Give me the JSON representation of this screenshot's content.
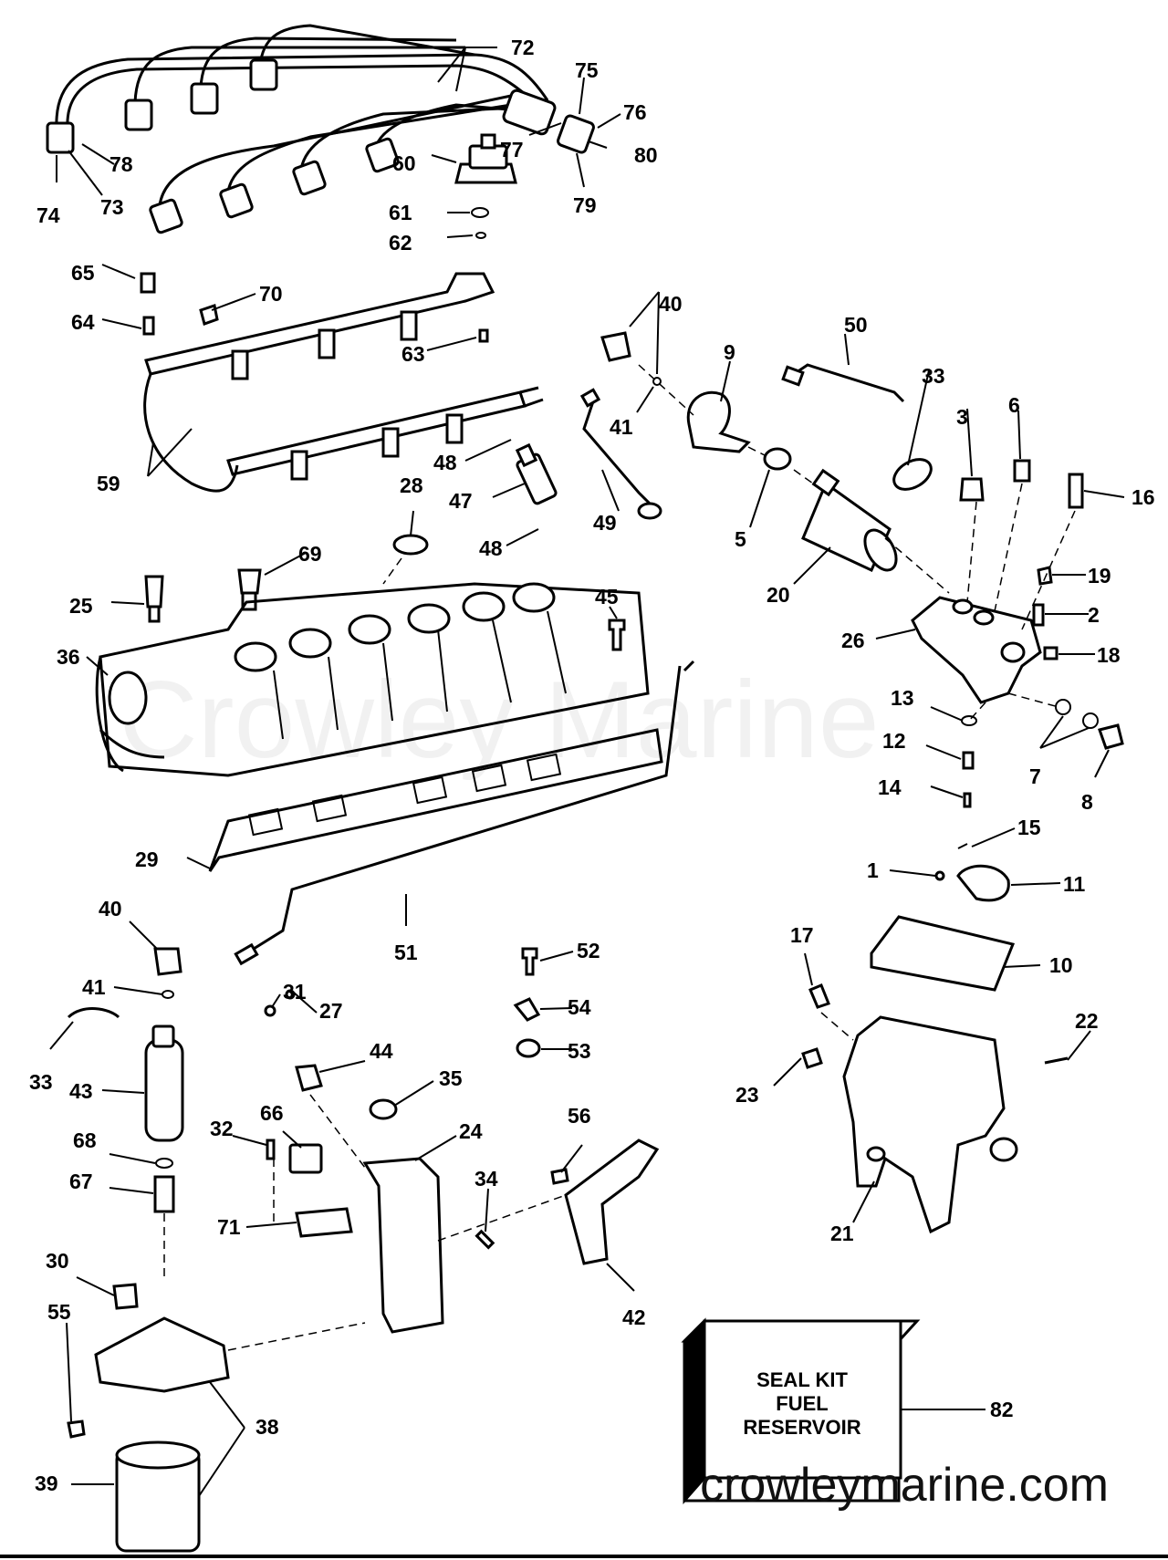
{
  "watermark": "Crowley Marine",
  "footer_url": "crowleymarine.com",
  "kit_box": {
    "line1": "SEAL KIT",
    "line2": "FUEL",
    "line3": "RESERVOIR"
  },
  "callouts": [
    {
      "num": "72"
    },
    {
      "num": "75"
    },
    {
      "num": "76"
    },
    {
      "num": "77"
    },
    {
      "num": "80"
    },
    {
      "num": "79"
    },
    {
      "num": "78"
    },
    {
      "num": "73"
    },
    {
      "num": "74"
    },
    {
      "num": "60"
    },
    {
      "num": "61"
    },
    {
      "num": "62"
    },
    {
      "num": "65"
    },
    {
      "num": "70"
    },
    {
      "num": "64"
    },
    {
      "num": "63"
    },
    {
      "num": "40"
    },
    {
      "num": "41"
    },
    {
      "num": "9"
    },
    {
      "num": "50"
    },
    {
      "num": "33"
    },
    {
      "num": "3"
    },
    {
      "num": "6"
    },
    {
      "num": "16"
    },
    {
      "num": "59"
    },
    {
      "num": "48"
    },
    {
      "num": "47"
    },
    {
      "num": "48"
    },
    {
      "num": "28"
    },
    {
      "num": "49"
    },
    {
      "num": "5"
    },
    {
      "num": "20"
    },
    {
      "num": "19"
    },
    {
      "num": "2"
    },
    {
      "num": "18"
    },
    {
      "num": "26"
    },
    {
      "num": "69"
    },
    {
      "num": "25"
    },
    {
      "num": "45"
    },
    {
      "num": "36"
    },
    {
      "num": "13"
    },
    {
      "num": "12"
    },
    {
      "num": "7"
    },
    {
      "num": "8"
    },
    {
      "num": "14"
    },
    {
      "num": "15"
    },
    {
      "num": "29"
    },
    {
      "num": "1"
    },
    {
      "num": "11"
    },
    {
      "num": "40"
    },
    {
      "num": "51"
    },
    {
      "num": "52"
    },
    {
      "num": "17"
    },
    {
      "num": "10"
    },
    {
      "num": "41"
    },
    {
      "num": "31"
    },
    {
      "num": "27"
    },
    {
      "num": "54"
    },
    {
      "num": "22"
    },
    {
      "num": "33"
    },
    {
      "num": "43"
    },
    {
      "num": "44"
    },
    {
      "num": "53"
    },
    {
      "num": "35"
    },
    {
      "num": "23"
    },
    {
      "num": "32"
    },
    {
      "num": "24"
    },
    {
      "num": "56"
    },
    {
      "num": "66"
    },
    {
      "num": "68"
    },
    {
      "num": "67"
    },
    {
      "num": "34"
    },
    {
      "num": "71"
    },
    {
      "num": "21"
    },
    {
      "num": "30"
    },
    {
      "num": "42"
    },
    {
      "num": "55"
    },
    {
      "num": "82"
    },
    {
      "num": "38"
    },
    {
      "num": "39"
    }
  ]
}
